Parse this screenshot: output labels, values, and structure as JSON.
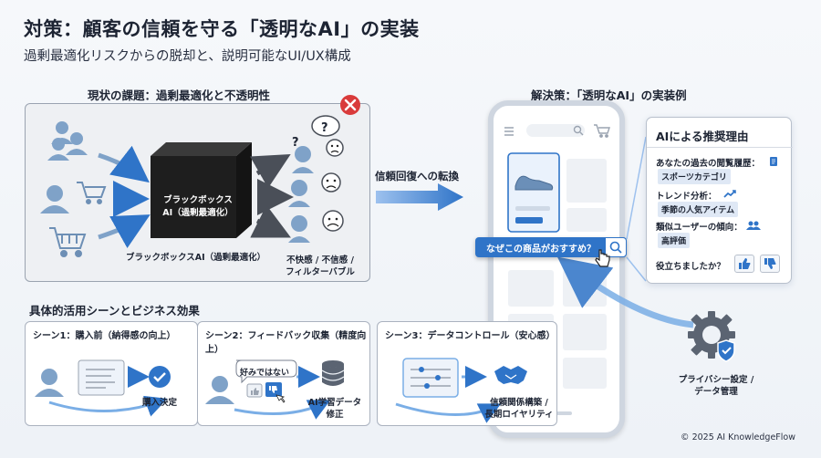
{
  "header": {
    "title": "対策：顧客の信頼を守る「透明なAI」の実装",
    "subtitle": "過剰最適化リスクからの脱却と、説明可能なUI/UX構成"
  },
  "problem": {
    "heading": "現状の課題：過剰最適化と不透明性",
    "box_line1": "ブラックボックス",
    "box_line2": "AI（過剰最適化）",
    "box_caption": "ブラックボックスAI（過剰最適化）",
    "reaction_line1": "不快感 / 不信感 /",
    "reaction_line2": "フィルターバブル",
    "status_color": "#d93b3b"
  },
  "transition": {
    "label": "信頼回復への転換"
  },
  "solution": {
    "heading": "解決策：「透明なAI」の実装例",
    "ask_button": "なぜこの商品がおすすめ？",
    "reason_card": {
      "title": "AIによる推奨理由",
      "items": [
        {
          "label": "あなたの過去の閲覧履歴：",
          "value": "スポーツカテゴリ"
        },
        {
          "label": "トレンド分析：",
          "value": "季節の人気アイテム"
        },
        {
          "label": "類似ユーザーの傾向：",
          "value": "高評価"
        }
      ],
      "feedback_label": "役立ちましたか？"
    },
    "privacy_line1": "プライバシー設定 /",
    "privacy_line2": "データ管理",
    "accent_color": "#2f74c8"
  },
  "scenes": {
    "heading": "具体的活用シーンとビジネス効果",
    "cards": [
      {
        "title": "シーン1：購入前（納得感の向上）",
        "result_line1": "購入決定",
        "result_line2": ""
      },
      {
        "title": "シーン2：フィードバック収集（精度向上）",
        "bubble": "好みではない",
        "result_line1": "AI学習データ",
        "result_line2": "修正"
      },
      {
        "title": "シーン3：データコントロール（安心感）",
        "result_line1": "信頼関係構築 /",
        "result_line2": "長期ロイヤリティ"
      }
    ]
  },
  "footer": {
    "copyright": "© 2025 AI KnowledgeFlow"
  }
}
